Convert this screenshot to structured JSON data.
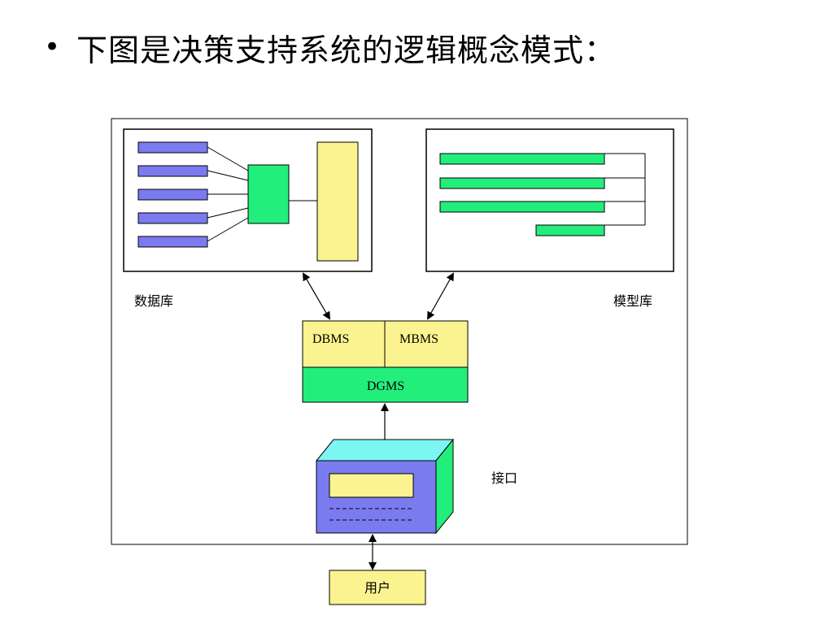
{
  "slide": {
    "bullet": "•",
    "title": "下图是决策支持系统的逻辑概念模式："
  },
  "diagram": {
    "database_label": "数据库",
    "modelbase_label": "模型库",
    "dbms": "DBMS",
    "mbms": "MBMS",
    "dgms": "DGMS",
    "interface_label": "接口",
    "user_label": "用户"
  },
  "colors": {
    "blue": "#7b7bf0",
    "green": "#22ee7c",
    "yellow": "#fbf38f",
    "cyan": "#7cf6f3",
    "purple": "#7b7bf0"
  }
}
